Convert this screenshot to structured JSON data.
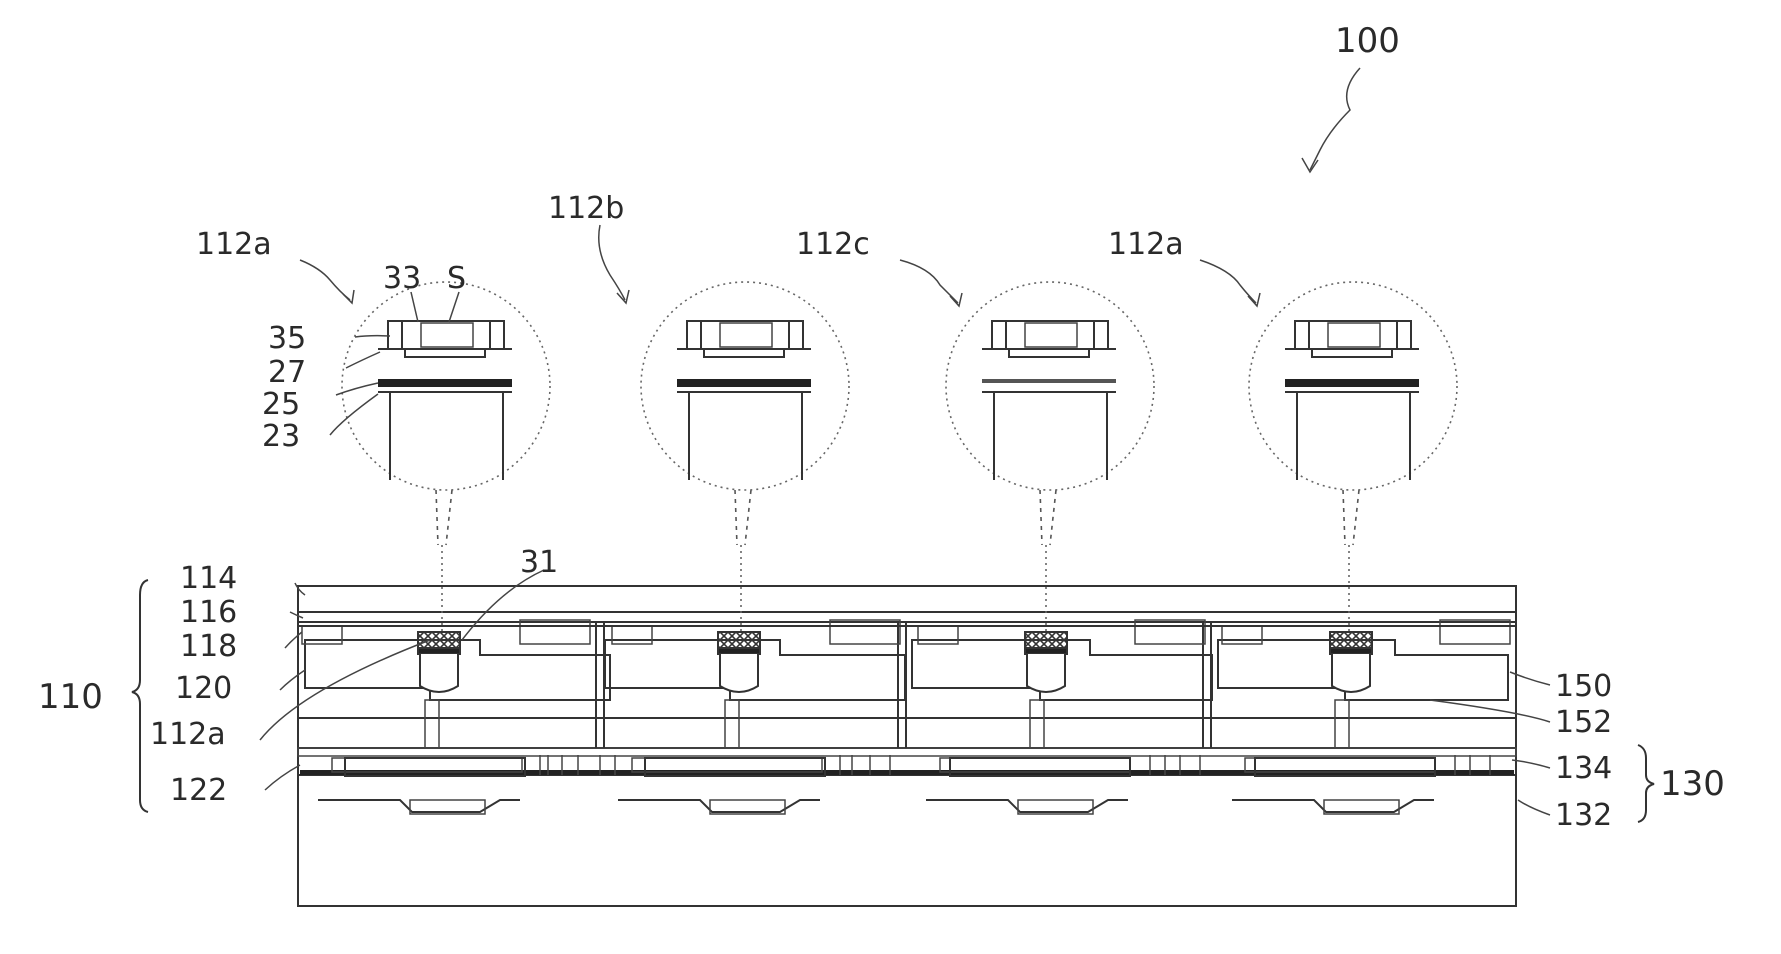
{
  "labels": {
    "device": "100",
    "pixel_a_left": "112a",
    "pixel_b": "112b",
    "pixel_c": "112c",
    "pixel_a_right": "112a",
    "l33": "33",
    "lS": "S",
    "l35": "35",
    "l27": "27",
    "l25": "25",
    "l23": "23",
    "l31": "31",
    "l114": "114",
    "l116": "116",
    "l118": "118",
    "l110": "110",
    "l120": "120",
    "l112a": "112a",
    "l122": "122",
    "l150": "150",
    "l152": "152",
    "l134": "134",
    "l130": "130",
    "l132": "132"
  }
}
